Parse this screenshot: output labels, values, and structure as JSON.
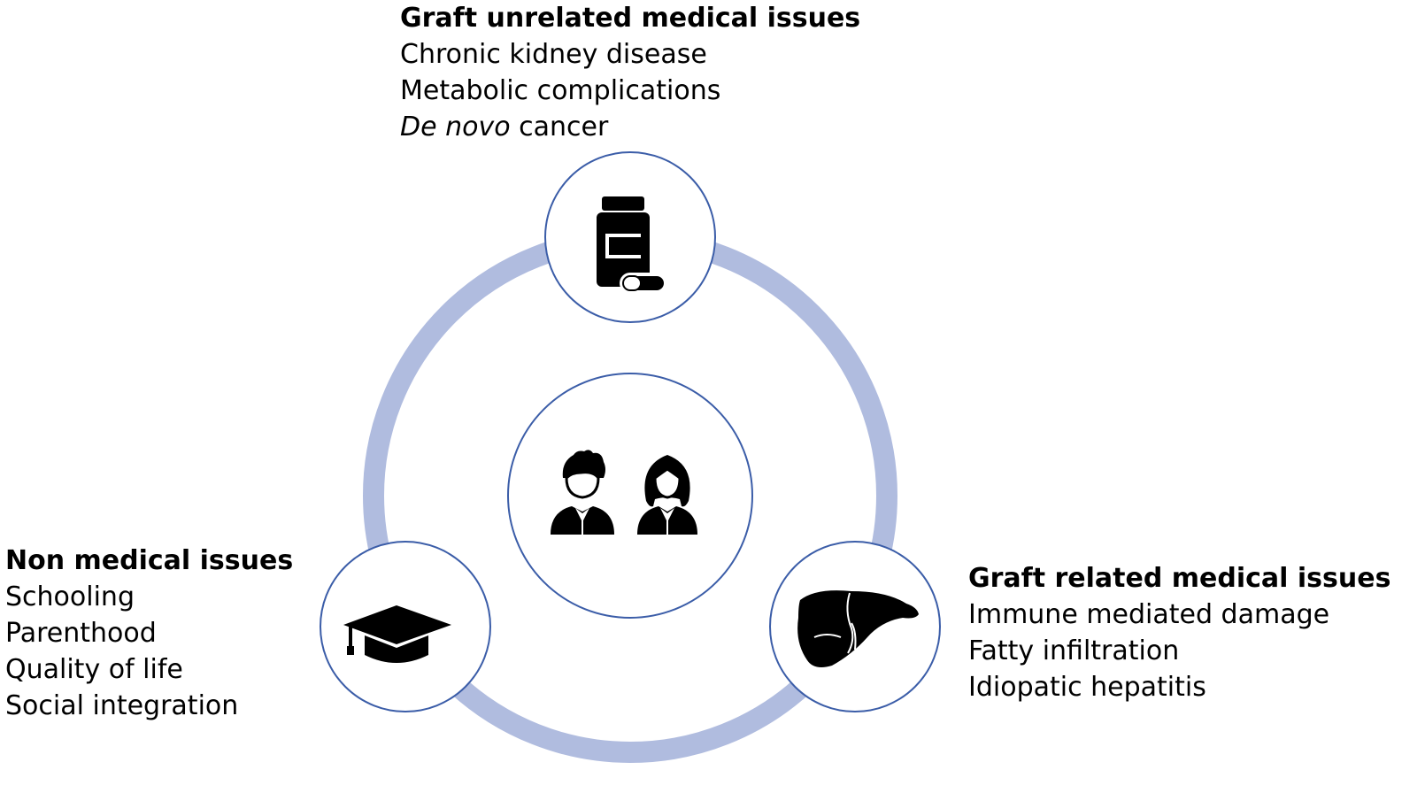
{
  "colors": {
    "ring": "#B0BCDF",
    "circle_stroke": "#3B5DA8",
    "icon": "#000000"
  },
  "center": {
    "icon": "boy-and-girl-icon"
  },
  "top": {
    "icon": "medicine-bottle-pill-icon",
    "heading": "Graft unrelated medical issues",
    "items": [
      "Chronic kidney disease",
      "Metabolic complications"
    ],
    "last_item_italic": "De novo",
    "last_item_rest": " cancer"
  },
  "left": {
    "icon": "graduation-cap-icon",
    "heading": "Non medical issues",
    "items": [
      "Schooling",
      "Parenthood",
      "Quality of life",
      "Social integration"
    ]
  },
  "right": {
    "icon": "liver-icon",
    "heading": "Graft related medical issues",
    "items": [
      "Immune mediated damage",
      "Fatty infiltration",
      "Idiopatic hepatitis"
    ]
  }
}
